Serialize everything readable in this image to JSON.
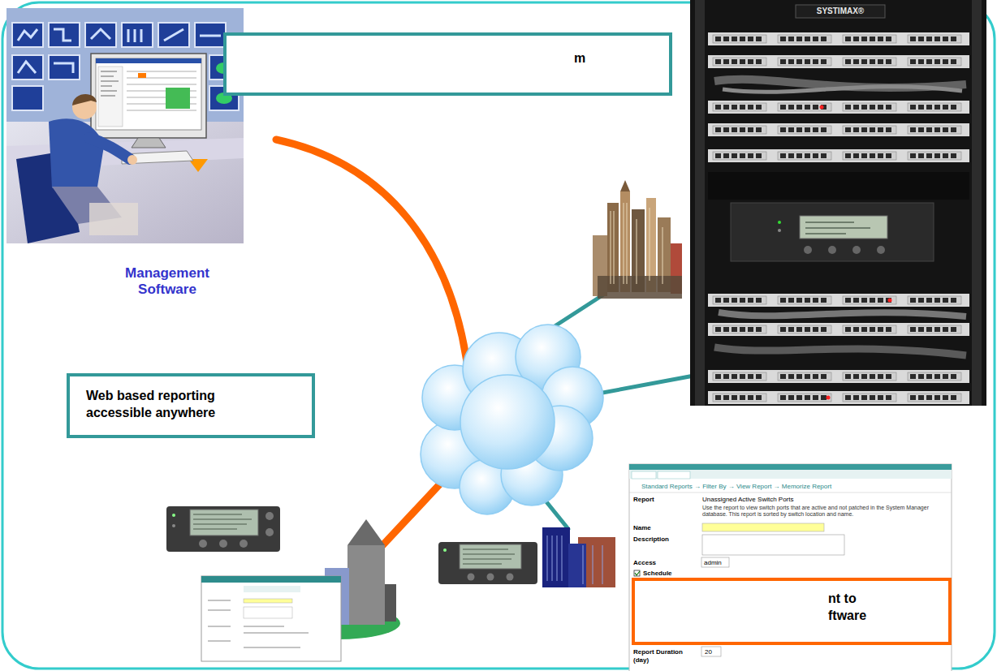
{
  "diagram": {
    "nodes": [
      {
        "text": [
          "m"
        ]
      },
      {
        "text": [
          "Web based reporting accessible anywhere"
        ]
      },
      {
        "text": [
          "nt to ftware"
        ]
      }
    ],
    "labels": [
      "Management Software",
      "SYSTIMAX®",
      "Standard Reports → Filter By → View Report → Memorize Report",
      "Report",
      "Unassigned Active Switch Ports",
      "Use the report to view switch ports that are active and not patched in the System Manager database. This report is sorted by switch location and name.",
      "Name",
      "Description",
      "Access",
      "admin",
      "Schedule",
      "Report Duration (day)",
      "20"
    ]
  }
}
